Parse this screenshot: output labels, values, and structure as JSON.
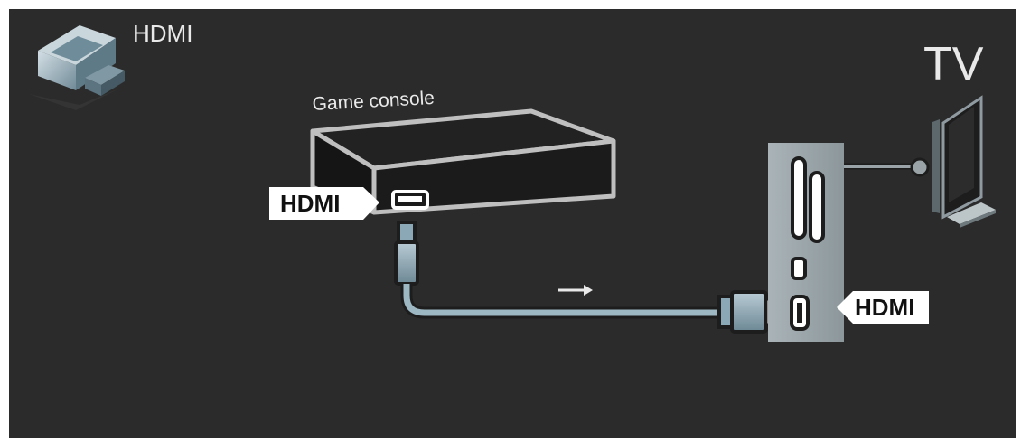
{
  "header": {
    "connector_label": "HDMI",
    "connector_icon": "hdmi-plug-icon",
    "target_label": "TV"
  },
  "devices": {
    "source_label": "Game console",
    "source_port_tag": "HDMI",
    "tv_port_tag": "HDMI"
  },
  "cable": {
    "direction_icon": "right-arrow-icon"
  },
  "colors": {
    "background": "#2b2b2b",
    "panel": "#9ba6aa",
    "cable": "#8aa8b6",
    "tag_fill": "#ffffff",
    "tag_text": "#111111",
    "text": "#e9e9e9"
  }
}
